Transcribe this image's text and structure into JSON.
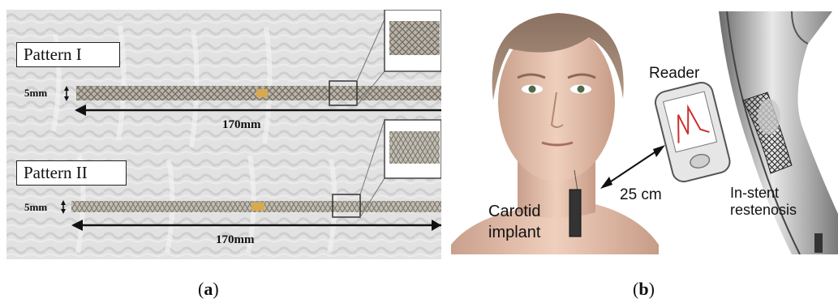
{
  "panel_a": {
    "pattern1_label": "Pattern I",
    "pattern2_label": "Pattern II",
    "width1": "5mm",
    "width2": "5mm",
    "length1": "170mm",
    "length2": "170mm"
  },
  "panel_b": {
    "reader_label": "Reader",
    "distance_label": "25 cm",
    "implant_label_line1": "Carotid",
    "implant_label_line2": "implant",
    "restenosis_line1": "In-stent",
    "restenosis_line2": "restenosis"
  },
  "captions": {
    "a_open": "(",
    "a_letter": "a",
    "a_close": ")",
    "b_open": "(",
    "b_letter": "b",
    "b_close": ")"
  }
}
